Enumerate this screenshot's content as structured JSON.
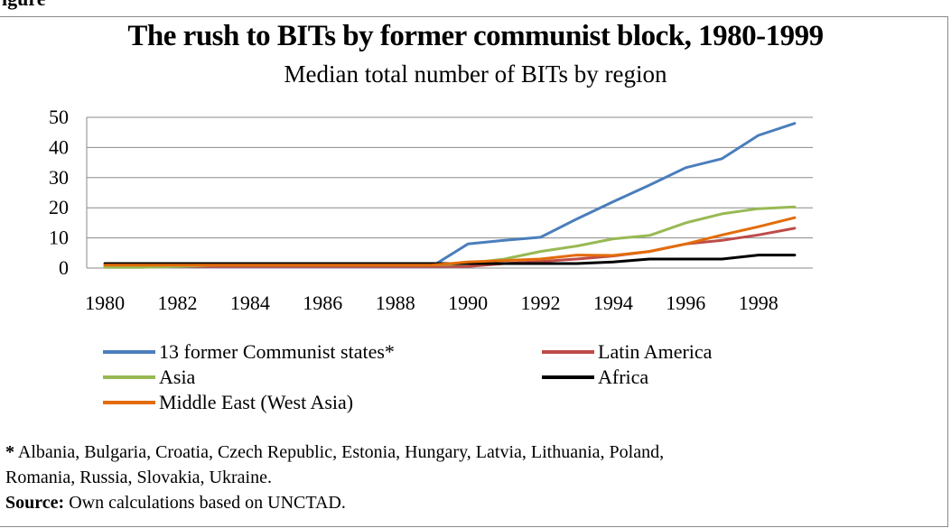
{
  "figure_caption": "igure",
  "chart_data": {
    "type": "line",
    "title": "The rush to BITs by former communist block, 1980-1999",
    "subtitle": "Median total number of BITs by region",
    "xlabel": "",
    "ylabel": "",
    "x": [
      1980,
      1981,
      1982,
      1983,
      1984,
      1985,
      1986,
      1987,
      1988,
      1989,
      1990,
      1991,
      1992,
      1993,
      1994,
      1995,
      1996,
      1997,
      1998,
      1999
    ],
    "x_tick_labels": [
      "1980",
      "1982",
      "1984",
      "1986",
      "1988",
      "1990",
      "1992",
      "1994",
      "1996",
      "1998"
    ],
    "xlim": [
      1979.5,
      1999.5
    ],
    "ylim": [
      0,
      50
    ],
    "y_ticks": [
      0,
      10,
      20,
      30,
      40,
      50
    ],
    "grid": "horizontal",
    "legend_position": "bottom",
    "series": [
      {
        "name": "13 former Communist states*",
        "color": "#4a7ebb",
        "values": [
          0.5,
          0.5,
          0.5,
          0.5,
          0.5,
          0.5,
          0.5,
          0.5,
          0.5,
          0.5,
          8,
          9.2,
          10.2,
          16.3,
          22,
          27.5,
          33.3,
          36.3,
          44,
          48
        ]
      },
      {
        "name": "Latin America",
        "color": "#be4b48",
        "values": [
          0.5,
          0.5,
          0.5,
          0.5,
          0.5,
          0.5,
          0.5,
          0.5,
          0.5,
          0.5,
          0.5,
          1.5,
          2.2,
          3,
          4,
          5.5,
          8,
          9.2,
          11,
          13.2
        ]
      },
      {
        "name": "Asia",
        "color": "#98b954",
        "values": [
          0.2,
          0.2,
          0.5,
          1,
          1,
          1,
          1,
          1,
          1,
          1,
          1.5,
          3,
          5.5,
          7.3,
          9.7,
          10.8,
          15,
          18,
          19.7,
          20.3
        ]
      },
      {
        "name": "Africa",
        "color": "#000000",
        "values": [
          1.5,
          1.5,
          1.5,
          1.5,
          1.5,
          1.5,
          1.5,
          1.5,
          1.5,
          1.5,
          1.5,
          1.5,
          1.5,
          1.5,
          2,
          3,
          3,
          3,
          4.3,
          4.3
        ]
      },
      {
        "name": "Middle East (West Asia)",
        "color": "#e36c09",
        "values": [
          1,
          1,
          1,
          1,
          1,
          1,
          1,
          1,
          1,
          1,
          2,
          2.5,
          3,
          4.3,
          4.2,
          5.5,
          8,
          11,
          13.7,
          16.7
        ]
      }
    ]
  },
  "footnotes": {
    "asterisk_mark": "*",
    "countries_line1": " Albania, Bulgaria, Croatia, Czech Republic, Estonia, Hungary, Latvia, Lithuania, Poland,",
    "countries_line2": "Romania, Russia, Slovakia, Ukraine.",
    "source_label": "Source:",
    "source_text": " Own calculations based on UNCTAD."
  }
}
